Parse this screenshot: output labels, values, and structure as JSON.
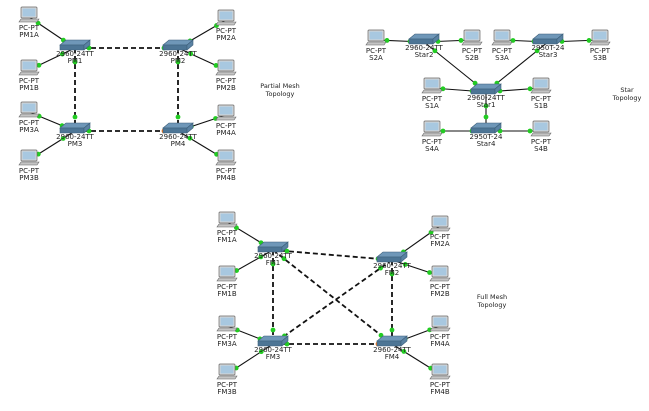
{
  "topologies": [
    {
      "id": "partial",
      "title": [
        "Partial Mesh",
        "Topology"
      ]
    },
    {
      "id": "star",
      "title": [
        "Star",
        "Topology"
      ]
    },
    {
      "id": "full",
      "title": [
        "Full Mesh",
        "Topology"
      ]
    }
  ],
  "switches": [
    {
      "id": "pm1",
      "model": "2960-24TT",
      "name": "PM1"
    },
    {
      "id": "pm2",
      "model": "2960-24TT",
      "name": "PM2"
    },
    {
      "id": "pm3",
      "model": "2960-24TT",
      "name": "PM3"
    },
    {
      "id": "pm4",
      "model": "2960-24TT",
      "name": "PM4"
    },
    {
      "id": "star2",
      "model": "2960-24TT",
      "name": "Star2"
    },
    {
      "id": "star1",
      "model": "2960-24TT",
      "name": "Star1"
    },
    {
      "id": "star3",
      "model": "2950T-24",
      "name": "Star3"
    },
    {
      "id": "star4",
      "model": "2950T-24",
      "name": "Star4"
    },
    {
      "id": "fm1",
      "model": "2960-24TT",
      "name": "FM1"
    },
    {
      "id": "fm2",
      "model": "2960-24TT",
      "name": "FM2"
    },
    {
      "id": "fm3",
      "model": "2960-24TT",
      "name": "FM3"
    },
    {
      "id": "fm4",
      "model": "2960-24TT",
      "name": "FM4"
    }
  ],
  "pcs": [
    {
      "id": "pm1a",
      "model": "PC-PT",
      "name": "PM1A"
    },
    {
      "id": "pm1b",
      "model": "PC-PT",
      "name": "PM1B"
    },
    {
      "id": "pm3a",
      "model": "PC-PT",
      "name": "PM3A"
    },
    {
      "id": "pm3b",
      "model": "PC-PT",
      "name": "PM3B"
    },
    {
      "id": "pm2a",
      "model": "PC-PT",
      "name": "PM2A"
    },
    {
      "id": "pm2b",
      "model": "PC-PT",
      "name": "PM2B"
    },
    {
      "id": "pm4a",
      "model": "PC-PT",
      "name": "PM4A"
    },
    {
      "id": "pm4b",
      "model": "PC-PT",
      "name": "PM4B"
    },
    {
      "id": "s2a",
      "model": "PC-PT",
      "name": "S2A"
    },
    {
      "id": "s2b",
      "model": "PC-PT",
      "name": "S2B"
    },
    {
      "id": "s3a",
      "model": "PC-PT",
      "name": "S3A"
    },
    {
      "id": "s3b",
      "model": "PC-PT",
      "name": "S3B"
    },
    {
      "id": "s1a",
      "model": "PC-PT",
      "name": "S1A"
    },
    {
      "id": "s1b",
      "model": "PC-PT",
      "name": "S1B"
    },
    {
      "id": "s4a",
      "model": "PC-PT",
      "name": "S4A"
    },
    {
      "id": "s4b",
      "model": "PC-PT",
      "name": "S4B"
    },
    {
      "id": "fm1a",
      "model": "PC-PT",
      "name": "FM1A"
    },
    {
      "id": "fm1b",
      "model": "PC-PT",
      "name": "FM1B"
    },
    {
      "id": "fm3a",
      "model": "PC-PT",
      "name": "FM3A"
    },
    {
      "id": "fm3b",
      "model": "PC-PT",
      "name": "FM3B"
    },
    {
      "id": "fm2a",
      "model": "PC-PT",
      "name": "FM2A"
    },
    {
      "id": "fm2b",
      "model": "PC-PT",
      "name": "FM2B"
    },
    {
      "id": "fm4a",
      "model": "PC-PT",
      "name": "FM4A"
    },
    {
      "id": "fm4b",
      "model": "PC-PT",
      "name": "FM4B"
    }
  ],
  "links": [
    {
      "from": "pm1",
      "to": "pm2",
      "style": "dashed"
    },
    {
      "from": "pm1",
      "to": "pm3",
      "style": "dashed"
    },
    {
      "from": "pm3",
      "to": "pm4",
      "style": "dashed"
    },
    {
      "from": "pm2",
      "to": "pm4",
      "style": "dashed"
    },
    {
      "from": "pm1",
      "to": "pm1a",
      "style": "solid"
    },
    {
      "from": "pm1",
      "to": "pm1b",
      "style": "solid"
    },
    {
      "from": "pm3",
      "to": "pm3a",
      "style": "solid"
    },
    {
      "from": "pm3",
      "to": "pm3b",
      "style": "solid"
    },
    {
      "from": "pm2",
      "to": "pm2a",
      "style": "solid"
    },
    {
      "from": "pm2",
      "to": "pm2b",
      "style": "solid"
    },
    {
      "from": "pm4",
      "to": "pm4a",
      "style": "solid"
    },
    {
      "from": "pm4",
      "to": "pm4b",
      "style": "solid"
    },
    {
      "from": "s2a",
      "to": "star2",
      "style": "solid"
    },
    {
      "from": "star2",
      "to": "s2b",
      "style": "solid"
    },
    {
      "from": "s3a",
      "to": "star3",
      "style": "solid"
    },
    {
      "from": "star3",
      "to": "s3b",
      "style": "solid"
    },
    {
      "from": "star2",
      "to": "star1",
      "style": "solid"
    },
    {
      "from": "star3",
      "to": "star1",
      "style": "solid"
    },
    {
      "from": "star1",
      "to": "star4",
      "style": "solid"
    },
    {
      "from": "s1a",
      "to": "star1",
      "style": "solid"
    },
    {
      "from": "star1",
      "to": "s1b",
      "style": "solid"
    },
    {
      "from": "s4a",
      "to": "star4",
      "style": "solid"
    },
    {
      "from": "star4",
      "to": "s4b",
      "style": "solid"
    },
    {
      "from": "fm1",
      "to": "fm2",
      "style": "dashed"
    },
    {
      "from": "fm1",
      "to": "fm3",
      "style": "dashed"
    },
    {
      "from": "fm1",
      "to": "fm4",
      "style": "dashed"
    },
    {
      "from": "fm2",
      "to": "fm3",
      "style": "dashed"
    },
    {
      "from": "fm2",
      "to": "fm4",
      "style": "dashed"
    },
    {
      "from": "fm3",
      "to": "fm4",
      "style": "dashed"
    },
    {
      "from": "fm1",
      "to": "fm1a",
      "style": "solid"
    },
    {
      "from": "fm1",
      "to": "fm1b",
      "style": "solid"
    },
    {
      "from": "fm3",
      "to": "fm3a",
      "style": "solid"
    },
    {
      "from": "fm3",
      "to": "fm3b",
      "style": "solid"
    },
    {
      "from": "fm2",
      "to": "fm2a",
      "style": "solid"
    },
    {
      "from": "fm2",
      "to": "fm2b",
      "style": "solid"
    },
    {
      "from": "fm4",
      "to": "fm4a",
      "style": "solid"
    },
    {
      "from": "fm4",
      "to": "fm4b",
      "style": "solid"
    }
  ],
  "colors": {
    "link": "#111111",
    "port_up": "#22cc22",
    "port_blocked": "#ff7a1a",
    "switch_top": "#6f97b8",
    "switch_side": "#4d7595",
    "pc_screen": "#a8c8e0",
    "pc_body": "#d8d8d8"
  }
}
